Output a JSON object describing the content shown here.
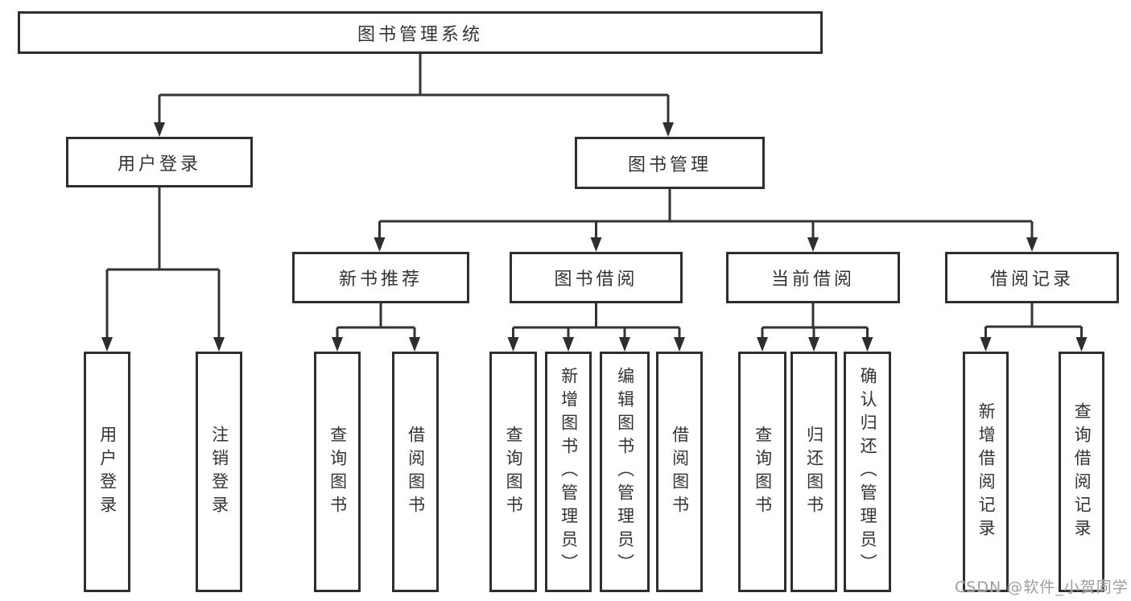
{
  "diagram": {
    "root": {
      "label": "图书管理系统",
      "children": [
        {
          "label": "用户登录",
          "children": [
            {
              "label": "用户登录"
            },
            {
              "label": "注销登录"
            }
          ]
        },
        {
          "label": "图书管理",
          "children": [
            {
              "label": "新书推荐",
              "children": [
                {
                  "label": "查询图书"
                },
                {
                  "label": "借阅图书"
                }
              ]
            },
            {
              "label": "图书借阅",
              "children": [
                {
                  "label": "查询图书"
                },
                {
                  "label": "新增图书（管理员）"
                },
                {
                  "label": "编辑图书（管理员）"
                },
                {
                  "label": "借阅图书"
                }
              ]
            },
            {
              "label": "当前借阅",
              "children": [
                {
                  "label": "查询图书"
                },
                {
                  "label": "归还图书"
                },
                {
                  "label": "确认归还（管理员）"
                }
              ]
            },
            {
              "label": "借阅记录",
              "children": [
                {
                  "label": "新增借阅记录"
                },
                {
                  "label": "查询借阅记录"
                }
              ]
            }
          ]
        }
      ]
    },
    "watermark": "CSDN @软件_小贺同学",
    "colors": {
      "line": "#333333",
      "box_border": "#2e2e2e",
      "text": "#333333",
      "watermark": "#9e9e9e",
      "background": "#ffffff"
    }
  }
}
